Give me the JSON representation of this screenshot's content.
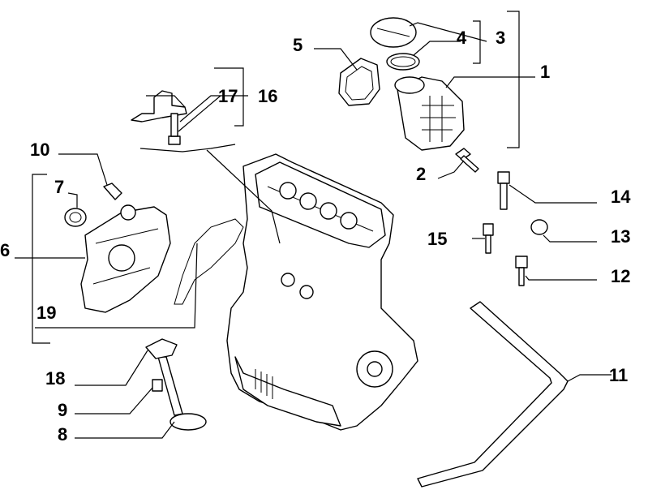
{
  "callouts": {
    "c1": "1",
    "c2": "2",
    "c3": "3",
    "c4": "4",
    "c5": "5",
    "c6": "6",
    "c7": "7",
    "c8": "8",
    "c9": "9",
    "c10": "10",
    "c11": "11",
    "c12": "12",
    "c13": "13",
    "c14": "14",
    "c15": "15",
    "c16": "16",
    "c17": "17",
    "c18": "18",
    "c19": "19"
  },
  "colors": {
    "line": "#000000",
    "background": "#ffffff",
    "shade": "#bdbdbd"
  }
}
